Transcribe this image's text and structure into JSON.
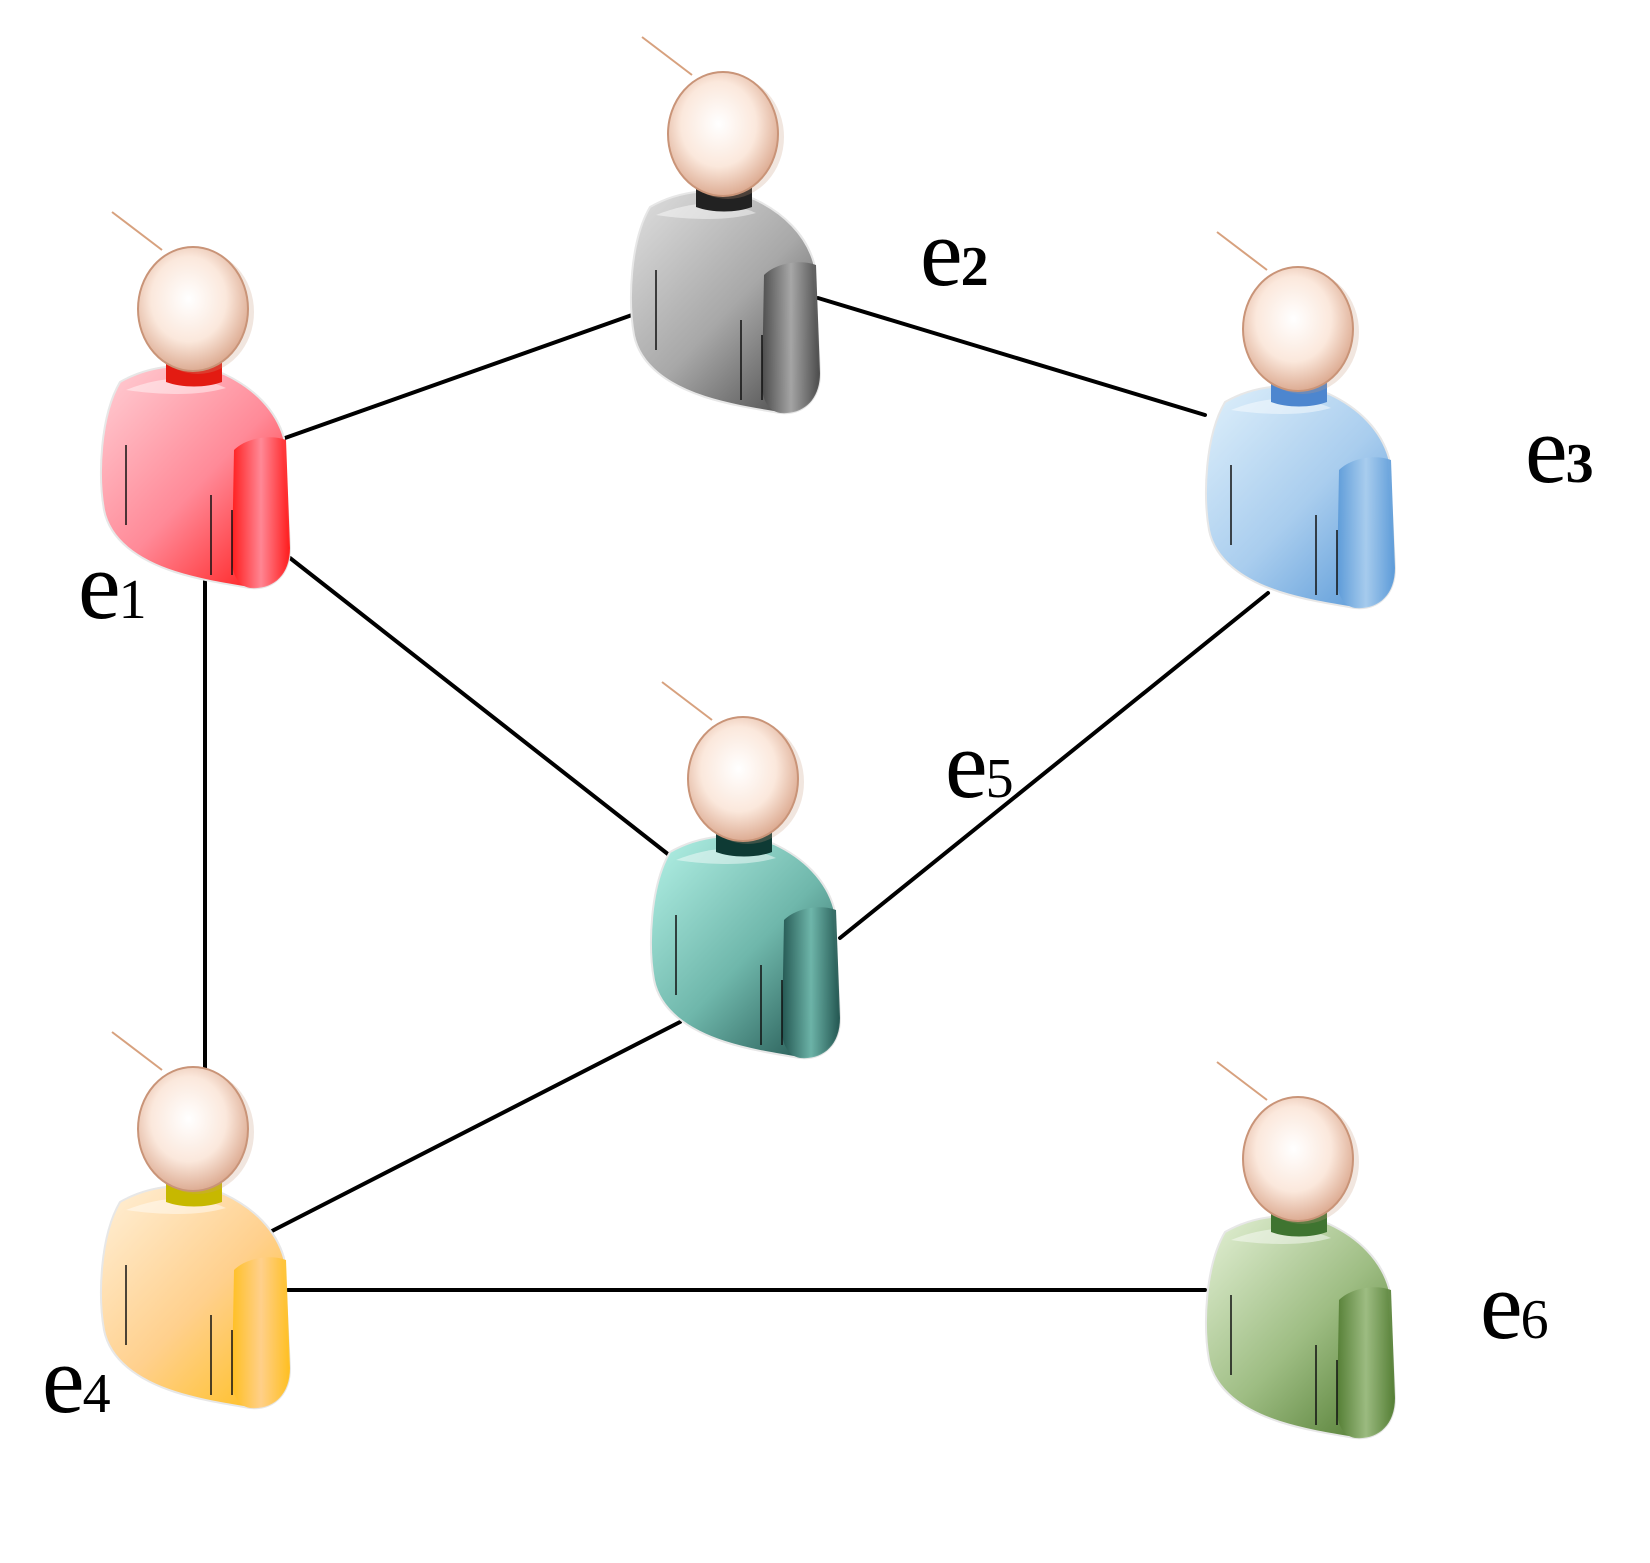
{
  "diagram": {
    "nodes": [
      {
        "id": "e1",
        "label_main": "e",
        "label_sub": "1",
        "colors": {
          "light": "#ffd0d6",
          "mid": "#ff8a98",
          "dark": "#ff1a1a",
          "collar": "#e31b12"
        }
      },
      {
        "id": "e2",
        "label_main": "e",
        "label_sub": "2",
        "colors": {
          "light": "#e0e0e0",
          "mid": "#a8a8a8",
          "dark": "#4a4a4a",
          "collar": "#222222"
        }
      },
      {
        "id": "e3",
        "label_main": "e",
        "label_sub": "3",
        "colors": {
          "light": "#dff0fb",
          "mid": "#a9cdee",
          "dark": "#5b9ad8",
          "collar": "#4d86cf"
        }
      },
      {
        "id": "e4",
        "label_main": "e",
        "label_sub": "4",
        "colors": {
          "light": "#fff0d8",
          "mid": "#ffd08d",
          "dark": "#ffbf1f",
          "collar": "#c7b800"
        }
      },
      {
        "id": "e5",
        "label_main": "e",
        "label_sub": "5",
        "colors": {
          "light": "#b4f2e7",
          "mid": "#6fb7ab",
          "dark": "#225550",
          "collar": "#0e3a34"
        }
      },
      {
        "id": "e6",
        "label_main": "e",
        "label_sub": "6",
        "colors": {
          "light": "#e4f1d6",
          "mid": "#9ebd83",
          "dark": "#537d33",
          "collar": "#3f7430"
        }
      }
    ],
    "edges": [
      [
        "e1",
        "e2"
      ],
      [
        "e2",
        "e3"
      ],
      [
        "e1",
        "e5"
      ],
      [
        "e3",
        "e5"
      ],
      [
        "e1",
        "e4"
      ],
      [
        "e4",
        "e5"
      ],
      [
        "e4",
        "e6"
      ]
    ]
  }
}
